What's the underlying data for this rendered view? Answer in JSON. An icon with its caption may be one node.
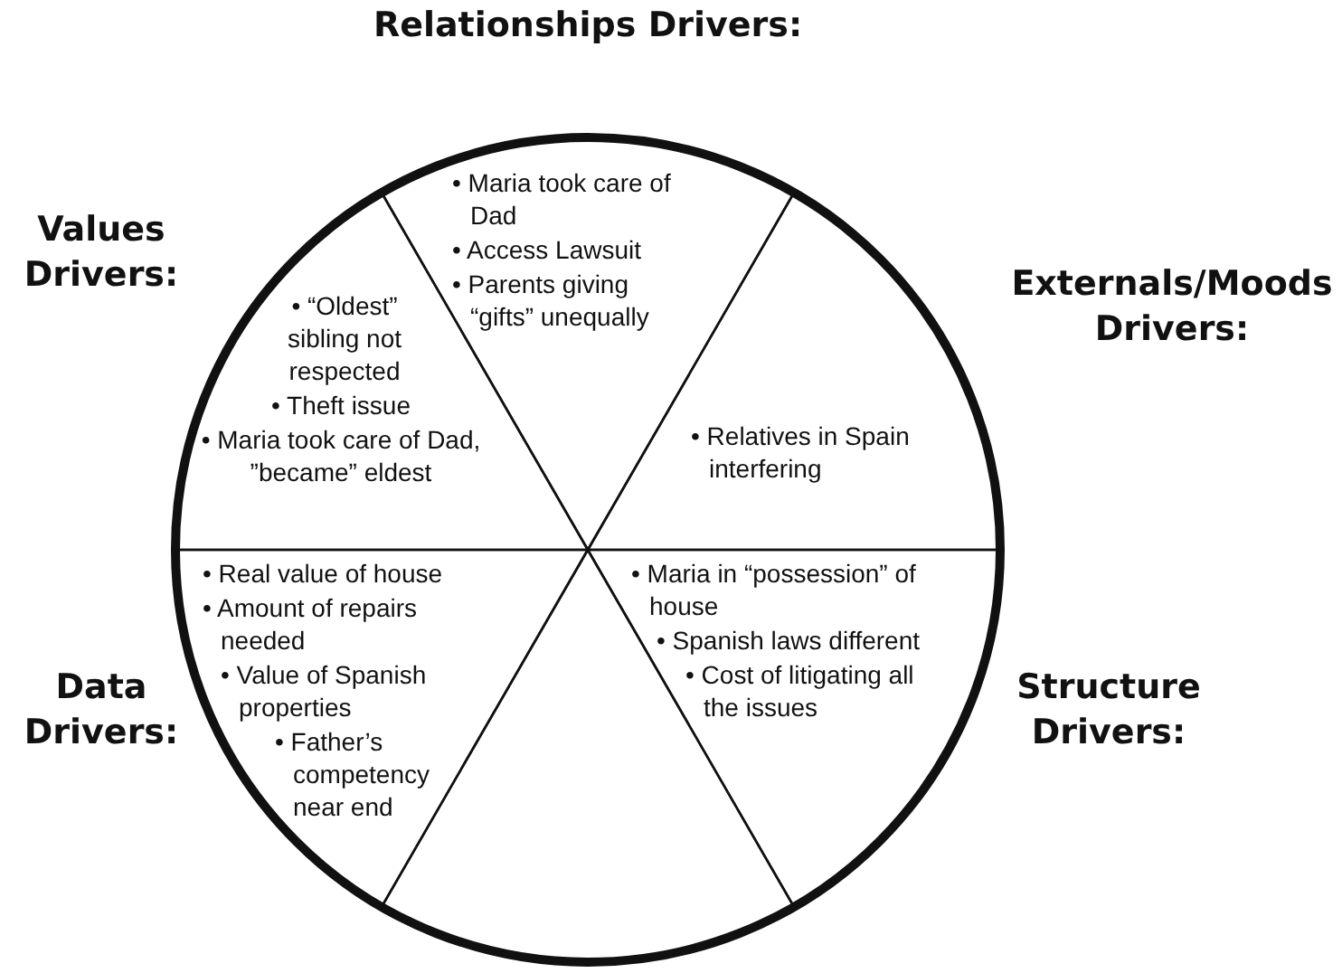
{
  "diagram": {
    "nodes": [
      {
        "text": [
          "Relationships Drivers:",
          "• Maria took care of Dad",
          "• Access Lawsuit",
          "• Parents giving “gifts” unequally"
        ]
      },
      {
        "text": [
          "Values Drivers:",
          "• “Oldest” sibling not respected",
          "• Theft issue",
          "• Maria took care of Dad, ”became” eldest"
        ]
      },
      {
        "text": [
          "Externals/Moods Drivers:",
          "• Relatives in Spain interfering"
        ]
      },
      {
        "text": [
          "Data Drivers:",
          "• Real value of house",
          "• Amount of repairs needed",
          "• Value of Spanish properties",
          "• Father’s competency near end"
        ]
      },
      {
        "text": [
          "Structure Drivers:",
          "• Maria in “possession” of house",
          "• Spanish laws different",
          "• Cost of litigating all the issues"
        ]
      },
      {
        "text": [],
        "shape": "wedge"
      }
    ],
    "edges": []
  }
}
